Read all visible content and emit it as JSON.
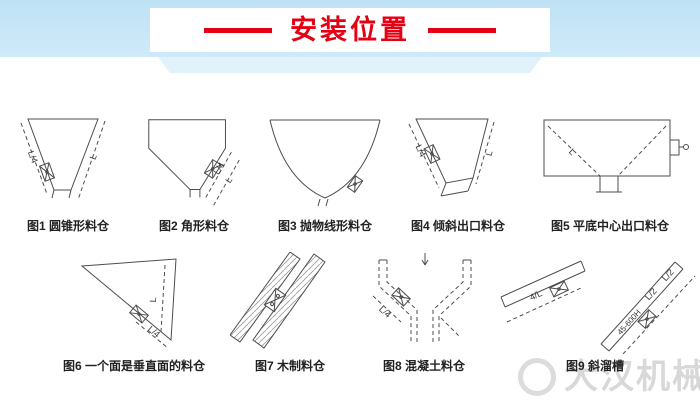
{
  "header": {
    "title": "安装位置"
  },
  "figures": [
    {
      "caption": "图1 圆锥形料仓",
      "labels": [
        "L",
        "L/4"
      ]
    },
    {
      "caption": "图2 角形料仓",
      "labels": [
        "L/4",
        "L"
      ]
    },
    {
      "caption": "图3 抛物线形料仓",
      "labels": []
    },
    {
      "caption": "图4 倾斜出口料仓",
      "labels": [
        "L",
        "L/4"
      ]
    },
    {
      "caption": "图5 平底中心出口料仓",
      "labels": [
        "L"
      ]
    },
    {
      "caption": "图6 一个面是垂直面的料仓",
      "labels": [
        "L",
        "L/4"
      ]
    },
    {
      "caption": "图7 木制料仓",
      "labels": []
    },
    {
      "caption": "图8 混凝土料仓",
      "labels": [
        "L/4"
      ]
    },
    {
      "caption": "图9 斜溜槽",
      "labels": [
        "4/L",
        "L/2",
        "L/2",
        "45-600H"
      ]
    }
  ],
  "watermark": {
    "text": "大汉机械"
  },
  "colors": {
    "title_red": "#e60014",
    "banner_blue": "#c7e6f7"
  }
}
